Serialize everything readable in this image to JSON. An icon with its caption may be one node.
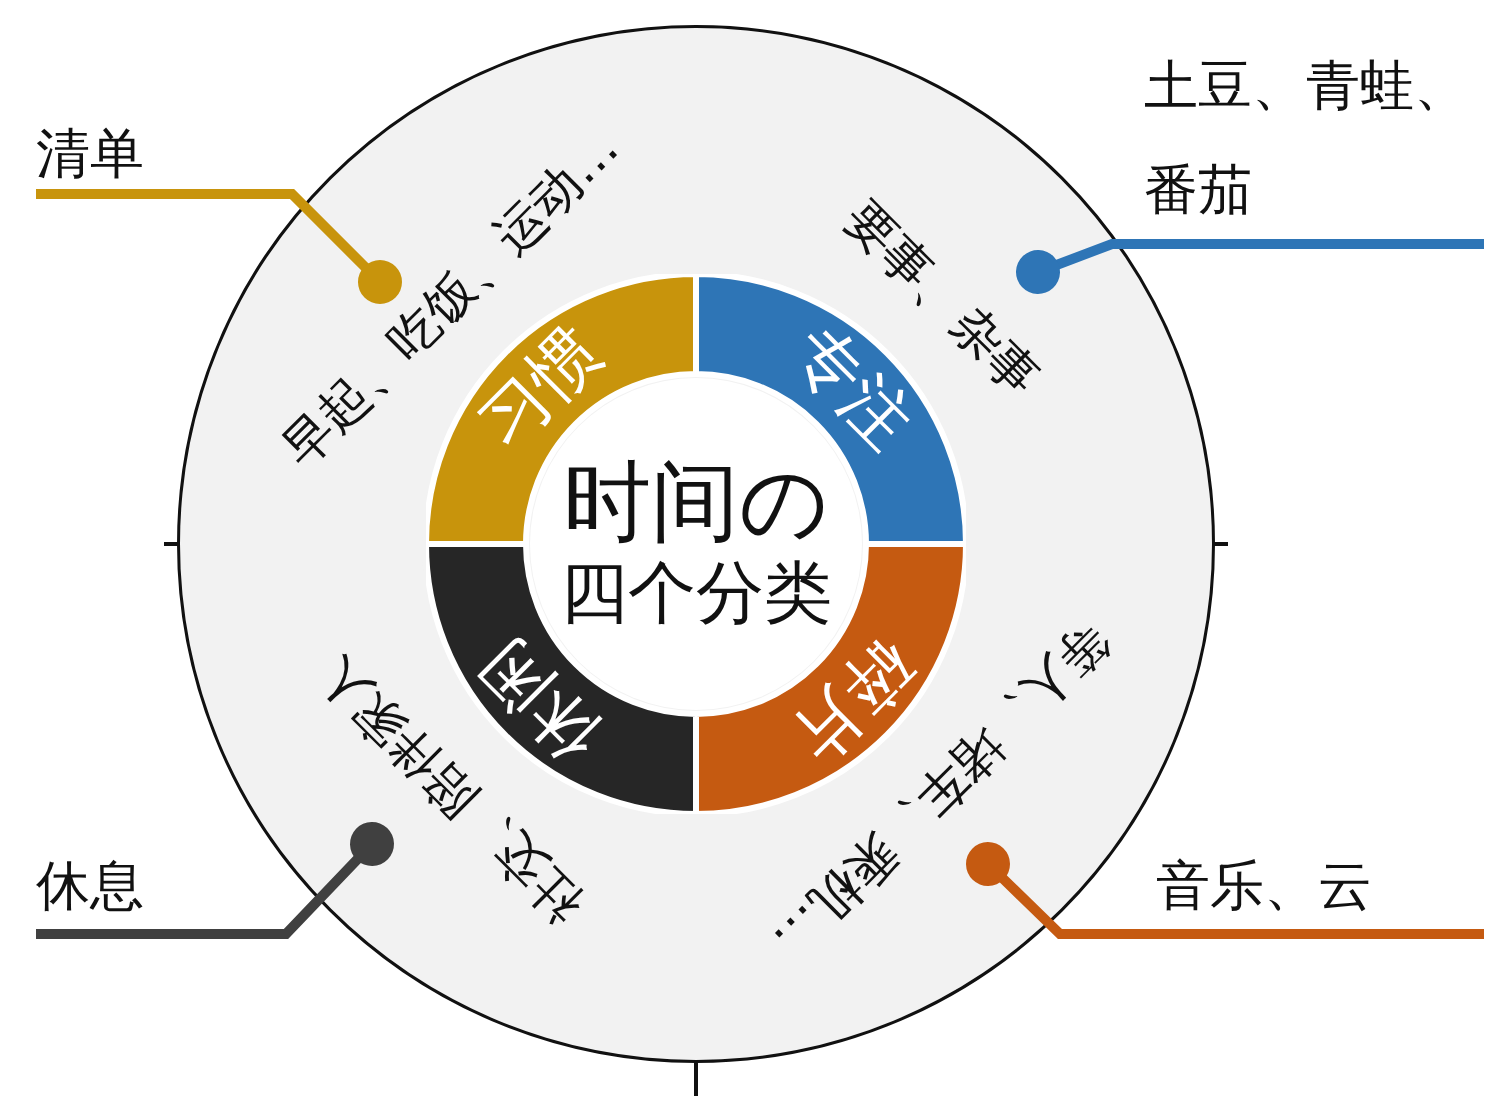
{
  "diagram": {
    "nodes": [
      {
        "text": [
          "时间の",
          "四个分类"
        ]
      },
      {
        "text": [
          "习惯"
        ]
      },
      {
        "text": [
          "专注"
        ]
      },
      {
        "text": [
          "碎片"
        ]
      },
      {
        "text": [
          "休闲"
        ]
      },
      {
        "text": [
          "早起、吃饭、运动…"
        ]
      },
      {
        "text": [
          "要事、杂事"
        ]
      },
      {
        "text": [
          "等人、堵车、乘机…"
        ]
      },
      {
        "text": [
          "社交、陪伴家人"
        ]
      },
      {
        "text": [
          "清单"
        ]
      },
      {
        "text": [
          "土豆、青蛙、番茄"
        ]
      },
      {
        "text": [
          "音乐、云"
        ]
      },
      {
        "text": [
          "休息"
        ]
      }
    ],
    "edges": [
      {
        "from": 9,
        "to": 5,
        "arrow": "other",
        "color": "#c8940c"
      },
      {
        "from": 10,
        "to": 6,
        "arrow": "other",
        "color": "#2e75b6"
      },
      {
        "from": 11,
        "to": 7,
        "arrow": "other",
        "color": "#c55a11"
      },
      {
        "from": 12,
        "to": 8,
        "arrow": "other",
        "color": "#404040"
      }
    ]
  }
}
